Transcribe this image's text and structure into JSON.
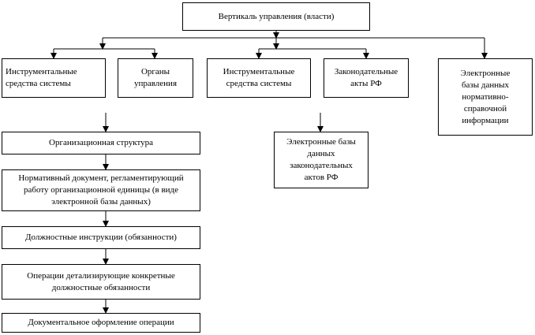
{
  "nodes": {
    "top": "Вертикаль управления (власти)",
    "instr1": "Инструментальные\nсредства системы",
    "organs": "Органы\nуправления",
    "instr2": "Инструментальные\nсредства системы",
    "laws": "Законодательные\nакты РФ",
    "edb_norm": "Электронные\nбазы данных\nнормативно-\nсправочной\nинформации",
    "org_struct": "Организационная структура",
    "norm_doc": "Нормативный документ, регламентирующий\nработу организационной единицы (в виде\nэлектронной базы данных)",
    "job_instr": "Должностные инструкции (обязанности)",
    "ops": "Операции детализирующие конкретные\nдолжностные обязанности",
    "doc_ops": "Документальное оформление операции",
    "edb_laws": "Электронные базы\nданных\nзаконодательных\nактов РФ"
  }
}
